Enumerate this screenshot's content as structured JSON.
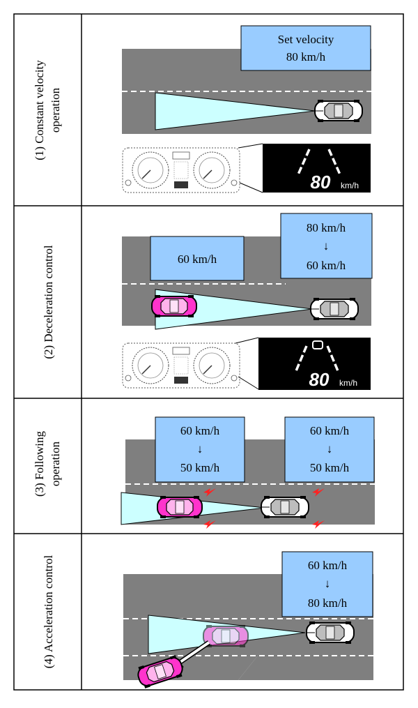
{
  "rows": [
    {
      "label_line1": "(1) Constant velocity",
      "label_line2": "operation",
      "boxes": [
        {
          "lines": [
            "Set velocity",
            "80 km/h"
          ]
        }
      ],
      "display": {
        "speed": "80",
        "unit": "km/h"
      }
    },
    {
      "label_line1": "(2) Deceleration control",
      "label_line2": "",
      "boxes": [
        {
          "lines": [
            "60 km/h"
          ]
        },
        {
          "lines": [
            "80 km/h",
            "↓",
            "60 km/h"
          ]
        }
      ],
      "display": {
        "speed": "80",
        "unit": "km/h"
      }
    },
    {
      "label_line1": "(3) Following",
      "label_line2": "operation",
      "boxes": [
        {
          "lines": [
            "60 km/h",
            "↓",
            "50 km/h"
          ]
        },
        {
          "lines": [
            "60 km/h",
            "↓",
            "50 km/h"
          ]
        }
      ]
    },
    {
      "label_line1": "(4) Acceleration control",
      "label_line2": "",
      "boxes": [
        {
          "lines": [
            "60 km/h",
            "↓",
            "80 km/h"
          ]
        }
      ]
    }
  ],
  "colors": {
    "road": "#7f7f7f",
    "info_box": "#99ccff",
    "sensor_beam": "#ccffff",
    "preceding_car": "#ff33cc",
    "warning": "#ff2222",
    "display_bg": "#000000"
  }
}
